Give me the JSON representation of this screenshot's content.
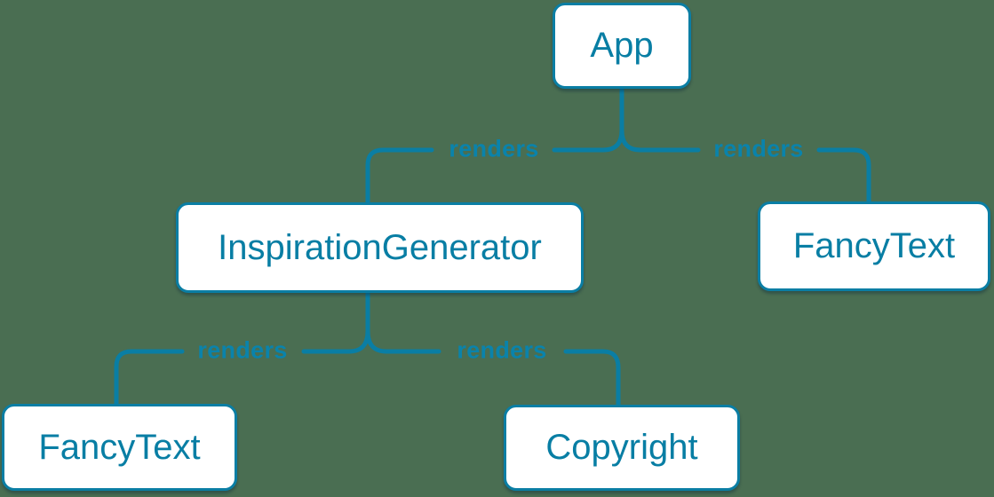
{
  "diagram": {
    "type": "component-render-tree",
    "colors": {
      "background": "#4A6E52",
      "accent": "#087EA4",
      "node_fill": "#FFFFFF"
    },
    "nodes": {
      "app": {
        "label": "App"
      },
      "inspiration_generator": {
        "label": "InspirationGenerator"
      },
      "fancy_text_top": {
        "label": "FancyText"
      },
      "fancy_text_bottom": {
        "label": "FancyText"
      },
      "copyright": {
        "label": "Copyright"
      }
    },
    "edges": [
      {
        "from": "App",
        "to": "InspirationGenerator",
        "label": "renders"
      },
      {
        "from": "App",
        "to": "FancyText",
        "label": "renders"
      },
      {
        "from": "InspirationGenerator",
        "to": "FancyText",
        "label": "renders"
      },
      {
        "from": "InspirationGenerator",
        "to": "Copyright",
        "label": "renders"
      }
    ]
  }
}
